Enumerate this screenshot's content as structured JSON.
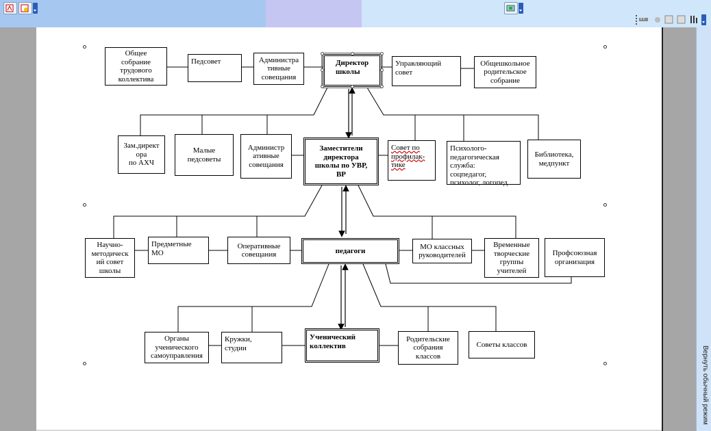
{
  "chart_data": {
    "type": "diagram",
    "nodes": [
      {
        "id": "obshchee",
        "text": "Общее\nсобрание\nтрудового\nколлектива"
      },
      {
        "id": "pedsovet",
        "text": "Педсовет"
      },
      {
        "id": "admin1",
        "text": "Администра\nтивные\nсовещания"
      },
      {
        "id": "director",
        "text": "Директор\nшколы"
      },
      {
        "id": "upravl",
        "text": "Управляющий\nсовет"
      },
      {
        "id": "obshroditel",
        "text": "Общешкольное\nродительское\nсобрание"
      },
      {
        "id": "zamahch",
        "text": "Зам.директ\nора\nпо АХЧ"
      },
      {
        "id": "malye",
        "text": "Малые\nпедсоветы"
      },
      {
        "id": "admin2",
        "text": "Администр\nативные\nсовещания"
      },
      {
        "id": "zam",
        "text": "Заместители\nдиректора\nшколы по УВР,\nВР"
      },
      {
        "id": "sovetprof",
        "text": "Совет по\nпрофилак-\nтике"
      },
      {
        "id": "psych",
        "text": "Психолого-\nпедагогическая\nслужба:\nсоцпедагог,\nпсихолог, логопед"
      },
      {
        "id": "biblio",
        "text": "Библиотека,\nмедпункт"
      },
      {
        "id": "nmsovet",
        "text": "Научно-\nметодическ\nий совет\nшколы"
      },
      {
        "id": "predmo",
        "text": "Предметные МО"
      },
      {
        "id": "operat",
        "text": "Оперативные\nсовещания"
      },
      {
        "id": "pedagogi",
        "text": "педагоги"
      },
      {
        "id": "moklass",
        "text": "МО классных\nруководителей"
      },
      {
        "id": "vremen",
        "text": "Временные\nтворческие\nгруппы\nучителей"
      },
      {
        "id": "profsoyuz",
        "text": "Профсоюзная\nорганизация"
      },
      {
        "id": "organy",
        "text": "Органы\nученического\nсамоуправления"
      },
      {
        "id": "kruzhki",
        "text": "Кружки,\nстудии"
      },
      {
        "id": "uchkol",
        "text": "Ученический\nколлектив"
      },
      {
        "id": "roditsobr",
        "text": "Родительские\nсобрания\nклассов"
      },
      {
        "id": "sovetklass",
        "text": "Советы классов"
      }
    ],
    "edges": [
      [
        "director",
        "zam"
      ],
      [
        "zam",
        "pedagogi"
      ],
      [
        "pedagogi",
        "uchkol"
      ],
      [
        "director",
        "zamahch"
      ],
      [
        "director",
        "malye"
      ],
      [
        "director",
        "admin2"
      ],
      [
        "director",
        "sovetprof"
      ],
      [
        "director",
        "psych"
      ],
      [
        "director",
        "biblio"
      ],
      [
        "zam",
        "nmsovet"
      ],
      [
        "zam",
        "predmo"
      ],
      [
        "zam",
        "operat"
      ],
      [
        "zam",
        "moklass"
      ],
      [
        "zam",
        "vremen"
      ],
      [
        "pedagogi",
        "profsoyuz"
      ],
      [
        "pedagogi",
        "organy"
      ],
      [
        "pedagogi",
        "kruzhki"
      ],
      [
        "pedagogi",
        "roditsobr"
      ],
      [
        "pedagogi",
        "sovetklass"
      ],
      [
        "obshchee",
        "pedsovet"
      ],
      [
        "pedsovet",
        "admin1"
      ],
      [
        "admin1",
        "director"
      ],
      [
        "director",
        "upravl"
      ],
      [
        "upravl",
        "obshroditel"
      ]
    ]
  },
  "sidebar": {
    "restore_label": "Вернуть обычный режим"
  },
  "colors": {
    "toolbar_left": "#a6c8f0",
    "toolbar_mid": "#c6c6f2",
    "toolbar_right": "#cfe6fb",
    "gutter": "#a6a6a6"
  },
  "icons": [
    "pdf-icon",
    "pdf-settings-icon",
    "dropdown-icon",
    "acrobat-icon",
    "ruler-icon",
    "page-nav-icon",
    "columns-icon"
  ]
}
